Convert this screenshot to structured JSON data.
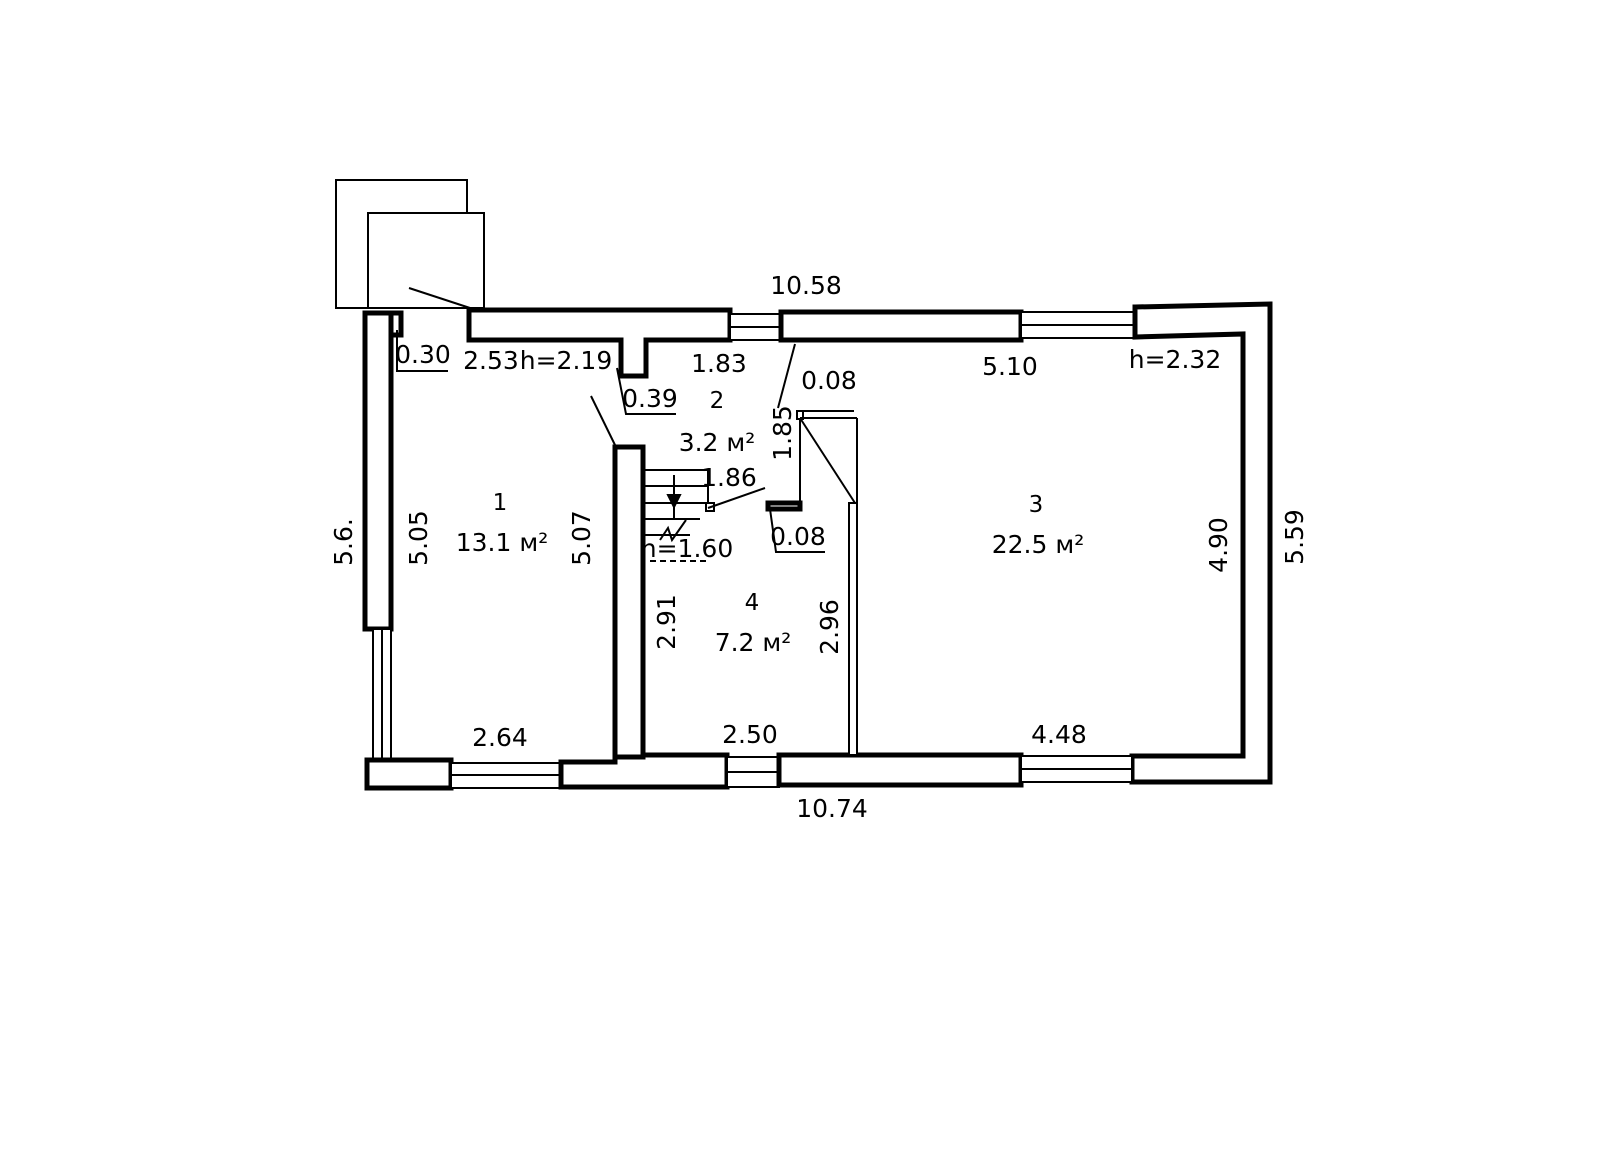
{
  "rooms": [
    {
      "number": "1",
      "area": "13.1 м²"
    },
    {
      "number": "2",
      "area": "3.2 м²"
    },
    {
      "number": "3",
      "area": "22.5 м²"
    },
    {
      "number": "4",
      "area": "7.2 м²"
    }
  ],
  "dimensions": {
    "top_total": "10.58",
    "bottom_total": "10.74",
    "left_outer": "5.6.",
    "right_outer": "5.59",
    "room1_left": "5.05",
    "room1_right": "5.07",
    "room1_bottom": "2.64",
    "room1_top": "2.53",
    "room1_height": "h=2.19",
    "wall_0_30": "0.30",
    "wall_0_39": "0.39",
    "room2_top": "1.83",
    "room2_side": "1.85",
    "stair_len": "1.86",
    "stair_height": "h=1.60",
    "post_top": "0.08",
    "post_bottom": "0.08",
    "room3_top": "5.10",
    "room3_height": "h=2.32",
    "room3_side": "4.90",
    "room3_bottom": "4.48",
    "room4_left": "2.91",
    "room4_right": "2.96",
    "room4_bottom": "2.50"
  }
}
